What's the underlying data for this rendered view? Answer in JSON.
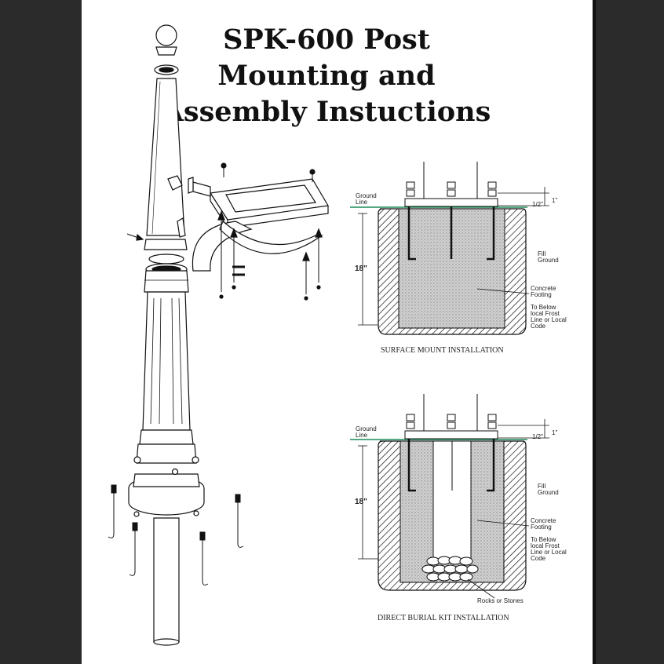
{
  "title": {
    "line1": "SPK-600 Post",
    "line2": "Mounting and",
    "line3": "Assembly Instuctions"
  },
  "surface": {
    "ground_line": [
      "Ground",
      "Line"
    ],
    "dim_top": "1\"",
    "dim_half": "1/2\"",
    "depth": "18\"",
    "fill_ground": [
      "Fill",
      "Ground"
    ],
    "concrete": [
      "Concrete",
      "Footing"
    ],
    "frost": [
      "To Below",
      "local Frost",
      "Line or Local",
      "Code"
    ],
    "caption": "SURFACE MOUNT INSTALLATION"
  },
  "burial": {
    "ground_line": [
      "Ground",
      "Line"
    ],
    "dim_top": "1\"",
    "dim_half": "1/2\"",
    "depth": "18\"",
    "fill_ground": [
      "Fill",
      "Ground"
    ],
    "concrete": [
      "Concrete",
      "Footing"
    ],
    "frost": [
      "To Below",
      "local Frost",
      "Line or Local",
      "Code"
    ],
    "rocks": "Rocks or Stones",
    "caption": "DIRECT BURIAL KIT INSTALLATION"
  },
  "colors": {
    "ground_line": "#1f8a5a",
    "concrete": "#c8c8c8",
    "ink": "#111111"
  }
}
